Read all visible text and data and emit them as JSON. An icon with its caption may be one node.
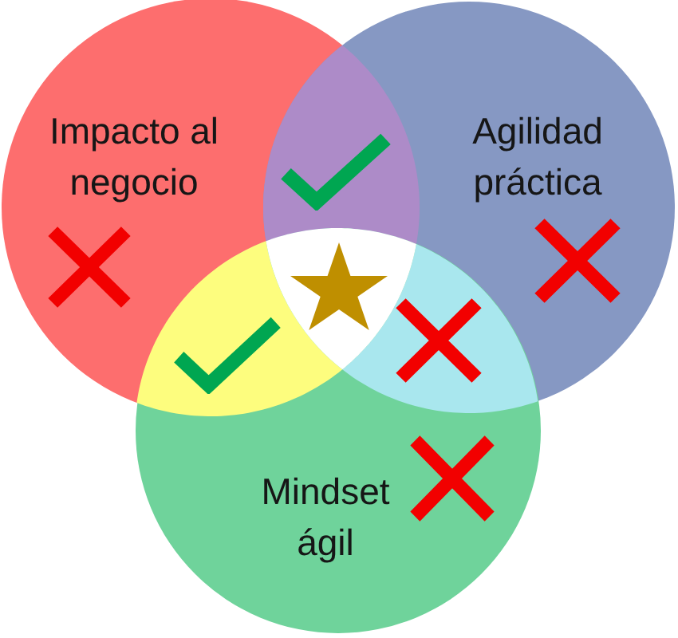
{
  "diagram": {
    "nodes": [
      {
        "text": [
          "Impacto al negocio"
        ]
      },
      {
        "text": [
          "Agilidad práctica"
        ]
      },
      {
        "text": [
          "Mindset ágil"
        ]
      }
    ]
  }
}
